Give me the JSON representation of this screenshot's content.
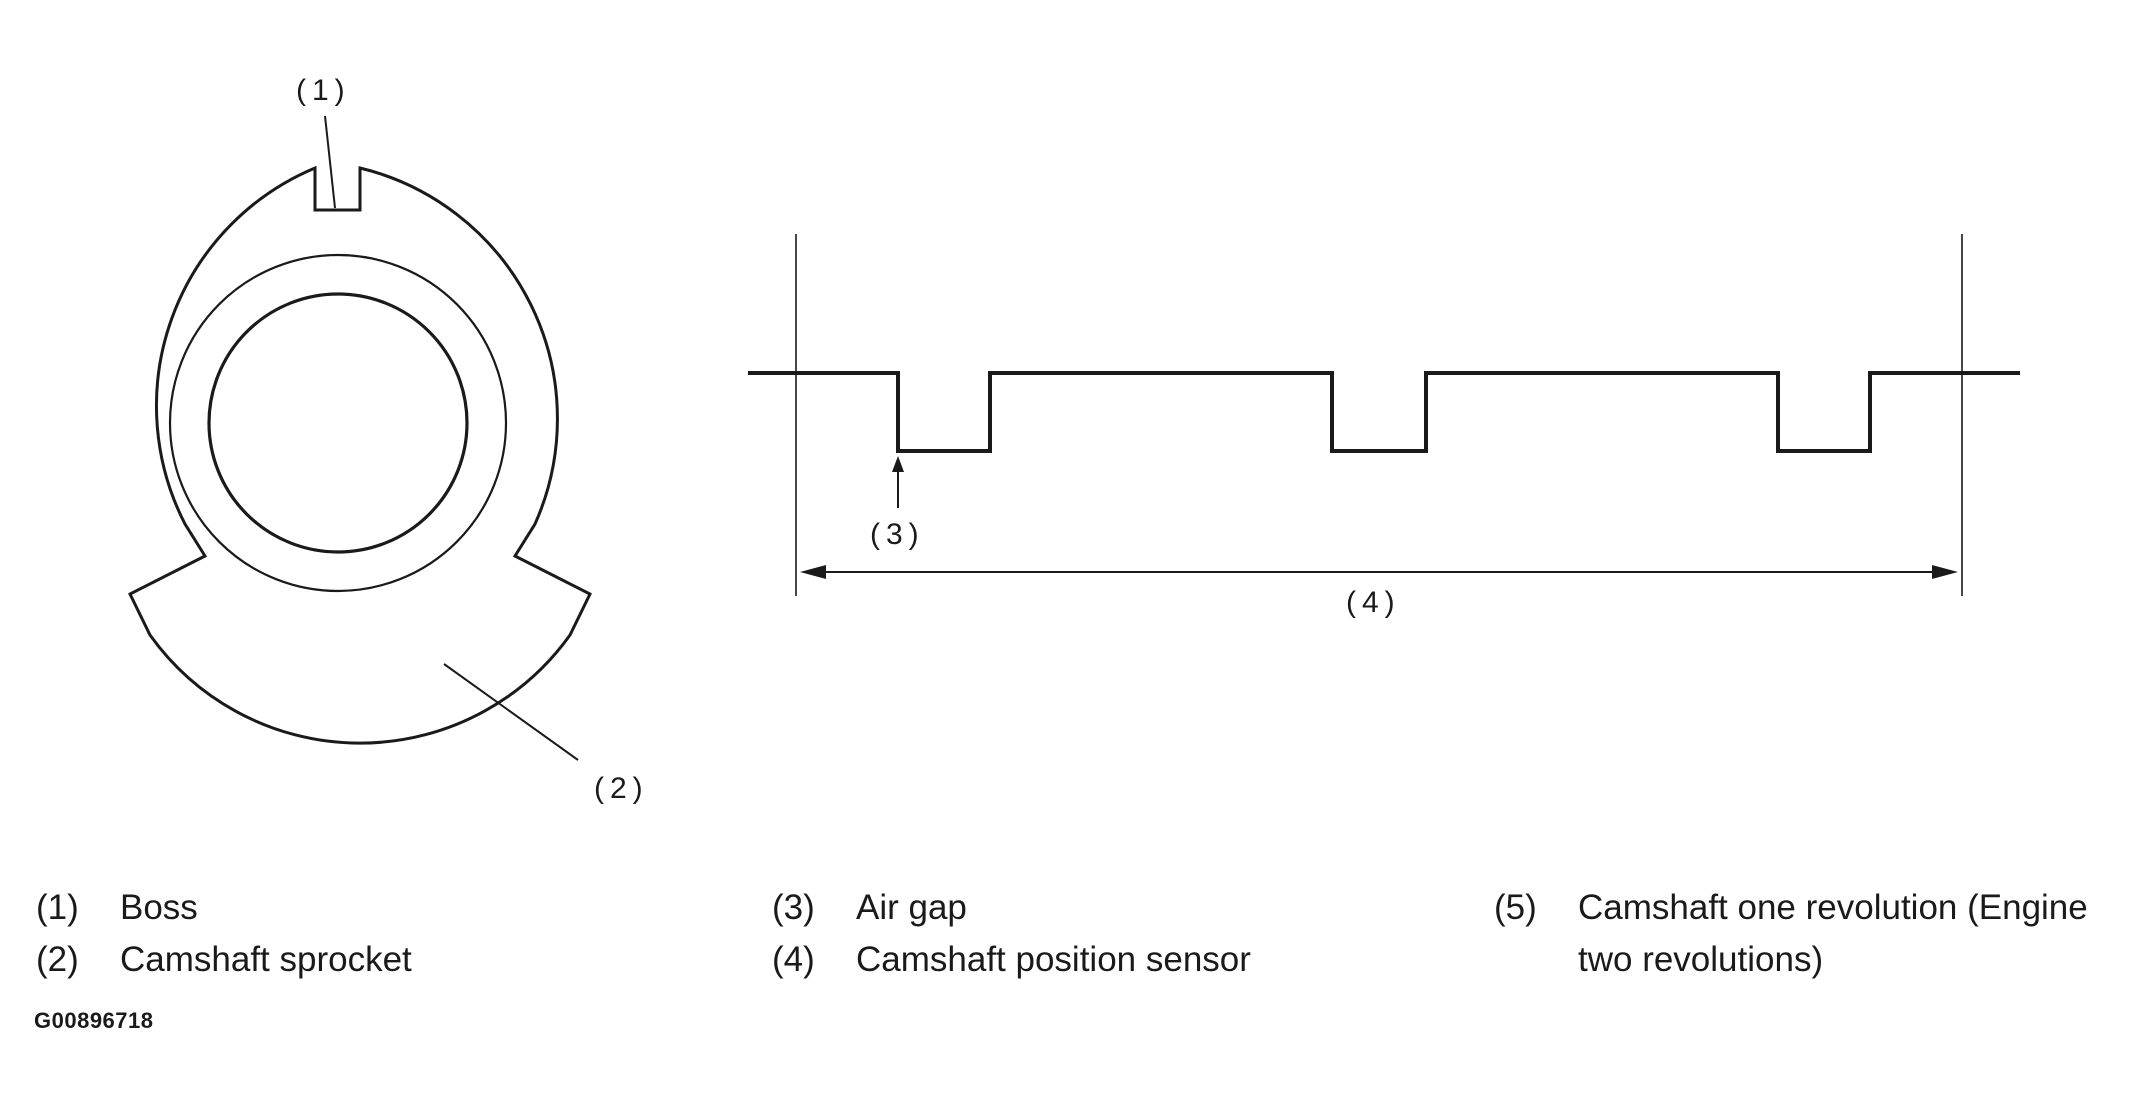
{
  "callouts": {
    "boss": "(1)",
    "sprocket": "(2)",
    "air_gap": "(3)",
    "sensor": "(4)"
  },
  "legend": [
    {
      "num": "(1)",
      "text": "Boss"
    },
    {
      "num": "(2)",
      "text": "Camshaft sprocket"
    },
    {
      "num": "(3)",
      "text": "Air gap"
    },
    {
      "num": "(4)",
      "text": "Camshaft position sensor"
    },
    {
      "num": "(5)",
      "text": "Camshaft one revolution (Engine two revolutions)"
    }
  ],
  "figure_code": "G00896718"
}
